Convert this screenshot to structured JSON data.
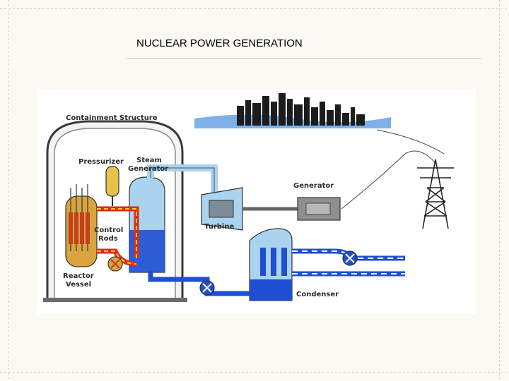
{
  "slide": {
    "title": "NUCLEAR POWER GENERATION"
  },
  "diagram": {
    "labels": {
      "containment": "Containment Structure",
      "pressurizer": "Pressurizer",
      "steam_generator_1": "Steam",
      "steam_generator_2": "Generator",
      "generator": "Generator",
      "turbine": "Turbine",
      "control_rods_1": "Control",
      "control_rods_2": "Rods",
      "reactor_vessel_1": "Reactor",
      "reactor_vessel_2": "Vessel",
      "condenser": "Condenser"
    },
    "colors": {
      "primary_loop": "#e02a1a",
      "primary_dash": "#f2d21a",
      "water": "#1f4fd0",
      "steam": "#a9d3ee",
      "vessel": "#d9a340",
      "city": "#1c1c1c",
      "sky_water": "#7fb0e8"
    }
  }
}
